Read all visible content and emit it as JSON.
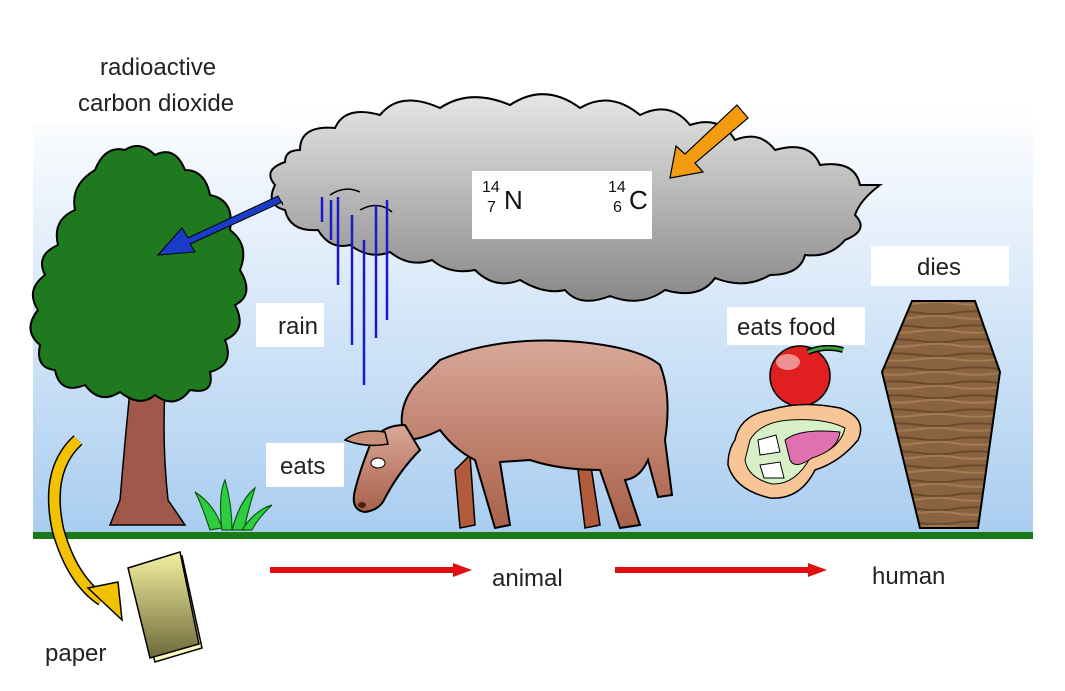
{
  "labels": {
    "radioactive_co2_line1": "radioactive",
    "radioactive_co2_line2": "carbon dioxide",
    "rain": "rain",
    "eats": "eats",
    "eats_food": "eats food",
    "dies": "dies",
    "paper": "paper",
    "animal": "animal",
    "human": "human"
  },
  "reaction": {
    "reactant": {
      "mass": "14",
      "atomic": "7",
      "symbol": "N"
    },
    "product": {
      "mass": "14",
      "atomic": "6",
      "symbol": "C"
    }
  },
  "colors": {
    "sky_top": "#ffffff",
    "sky_bottom": "#a9cdf0",
    "ground": "#1a7a1a",
    "tree": "#1f7a1f",
    "trunk": "#a0584a",
    "cloud": "#9e9e9e",
    "rain": "#1a1acc",
    "arrow_blue": "#1a3cc8",
    "arrow_orange": "#f39c12",
    "arrow_red": "#e01010",
    "arrow_yellow": "#f2c200",
    "cow": "#c8907a",
    "coffin": "#8a6440",
    "apple": "#e02020"
  }
}
